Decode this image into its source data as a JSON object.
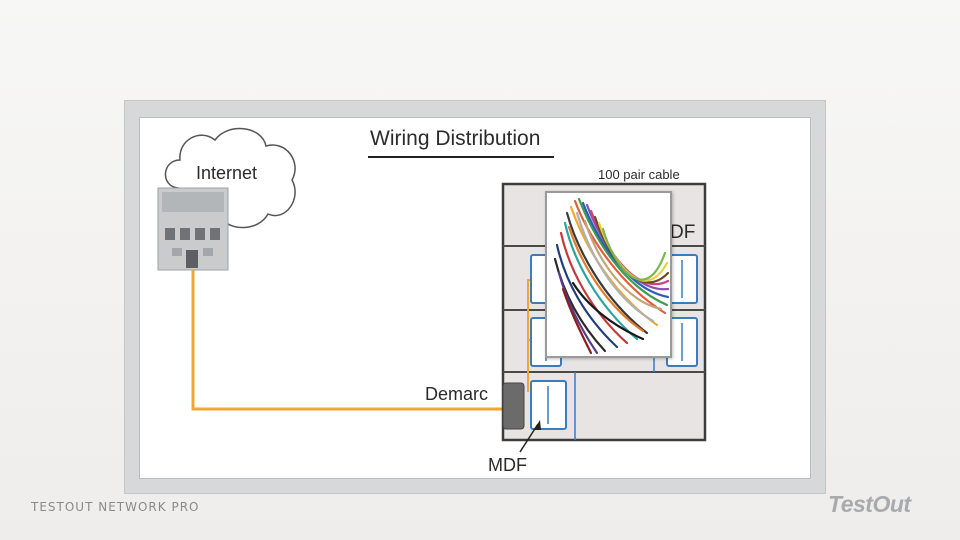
{
  "diagram": {
    "title": "Wiring Distribution",
    "labels": {
      "internet": "Internet",
      "cable": "100 pair cable",
      "idf_partial": "DF",
      "demarc": "Demarc",
      "mdf": "MDF"
    },
    "icons": {
      "cloud": "cloud-icon",
      "building": "building-icon",
      "cable_photo": "cable-bundle-photo"
    },
    "colors": {
      "wire": "#f2a531",
      "panel_border": "#3a7dbf",
      "rack": "#e8e4e3",
      "demarc_box": "#6b6b6b"
    }
  },
  "footer": {
    "course": "TESTOUT NETWORK PRO",
    "logo": "TestOut"
  }
}
